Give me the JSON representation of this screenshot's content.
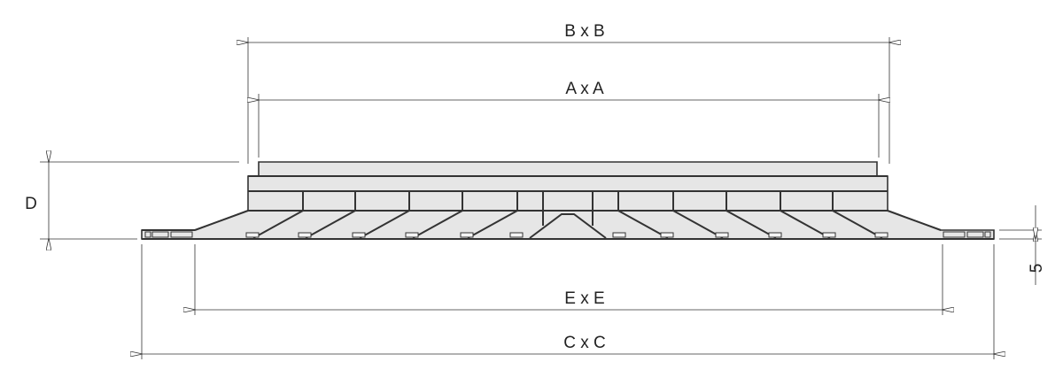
{
  "dimensions": {
    "b": "B x B",
    "a": "A x A",
    "e": "E x E",
    "c": "C x C",
    "d": "D",
    "flange_thickness": "5"
  },
  "colors": {
    "line": "#333333",
    "fill": "#e6e6e6"
  }
}
